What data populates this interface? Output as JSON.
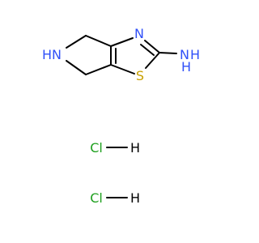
{
  "molecule": {
    "atoms": {
      "pyrrolidine_n": "N",
      "pyrrolidine_h": "H",
      "thiazole_n": "N",
      "thiazole_s": "S",
      "amine_n": "N",
      "amine_h1": "H",
      "amine_h2": "H"
    }
  },
  "salts": [
    {
      "cl": "Cl",
      "h": "H"
    },
    {
      "cl": "Cl",
      "h": "H"
    }
  ],
  "colors": {
    "bond": "#000000",
    "nitrogen": "#3050F8",
    "sulfur": "#C8A000",
    "chlorine": "#1FA01F",
    "hydrogen": "#000000"
  }
}
